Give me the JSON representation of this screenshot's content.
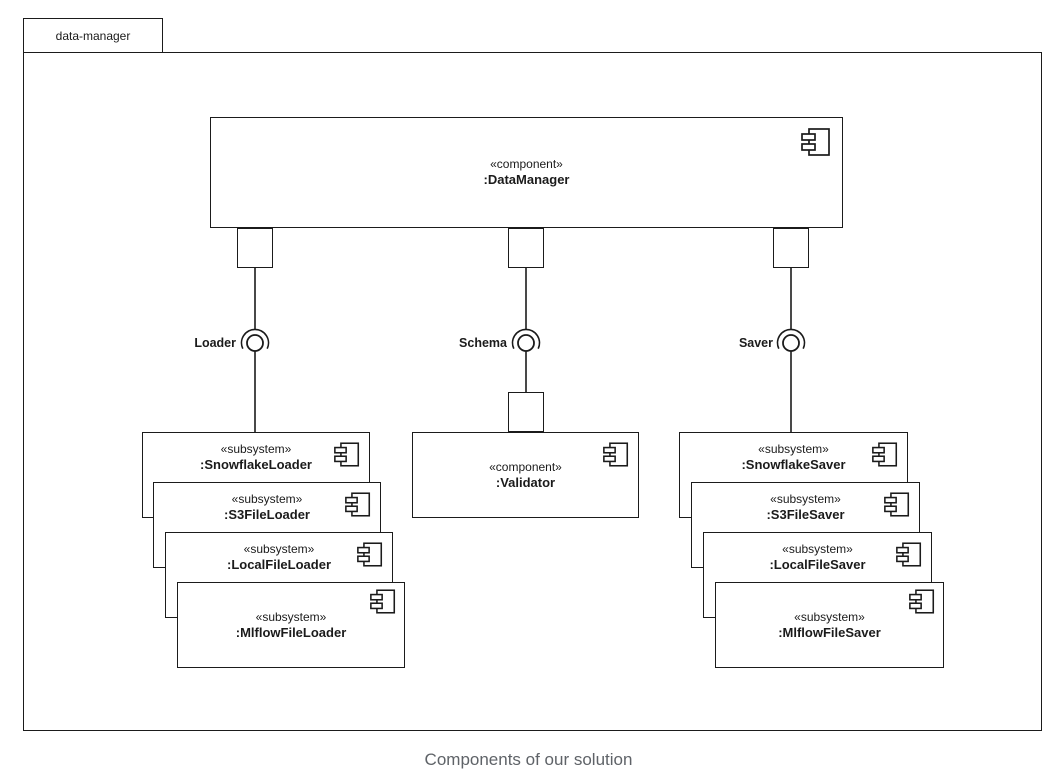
{
  "frame": {
    "label": "data-manager"
  },
  "caption": "Components of our solution",
  "colors": {
    "stroke": "#1b1b1b",
    "caption": "#5f6368",
    "background": "#ffffff"
  },
  "main_component": {
    "stereotype": "«component»",
    "name": ":DataManager"
  },
  "validator": {
    "stereotype": "«component»",
    "name": ":Validator"
  },
  "interfaces": [
    {
      "label": "Loader"
    },
    {
      "label": "Schema"
    },
    {
      "label": "Saver"
    }
  ],
  "loader_stack": [
    {
      "stereotype": "«subsystem»",
      "name": ":SnowflakeLoader"
    },
    {
      "stereotype": "«subsystem»",
      "name": ":S3FileLoader"
    },
    {
      "stereotype": "«subsystem»",
      "name": ":LocalFileLoader"
    },
    {
      "stereotype": "«subsystem»",
      "name": ":MlflowFileLoader"
    }
  ],
  "saver_stack": [
    {
      "stereotype": "«subsystem»",
      "name": ":SnowflakeSaver"
    },
    {
      "stereotype": "«subsystem»",
      "name": ":S3FileSaver"
    },
    {
      "stereotype": "«subsystem»",
      "name": ":LocalFileSaver"
    },
    {
      "stereotype": "«subsystem»",
      "name": ":MlflowFileSaver"
    }
  ]
}
